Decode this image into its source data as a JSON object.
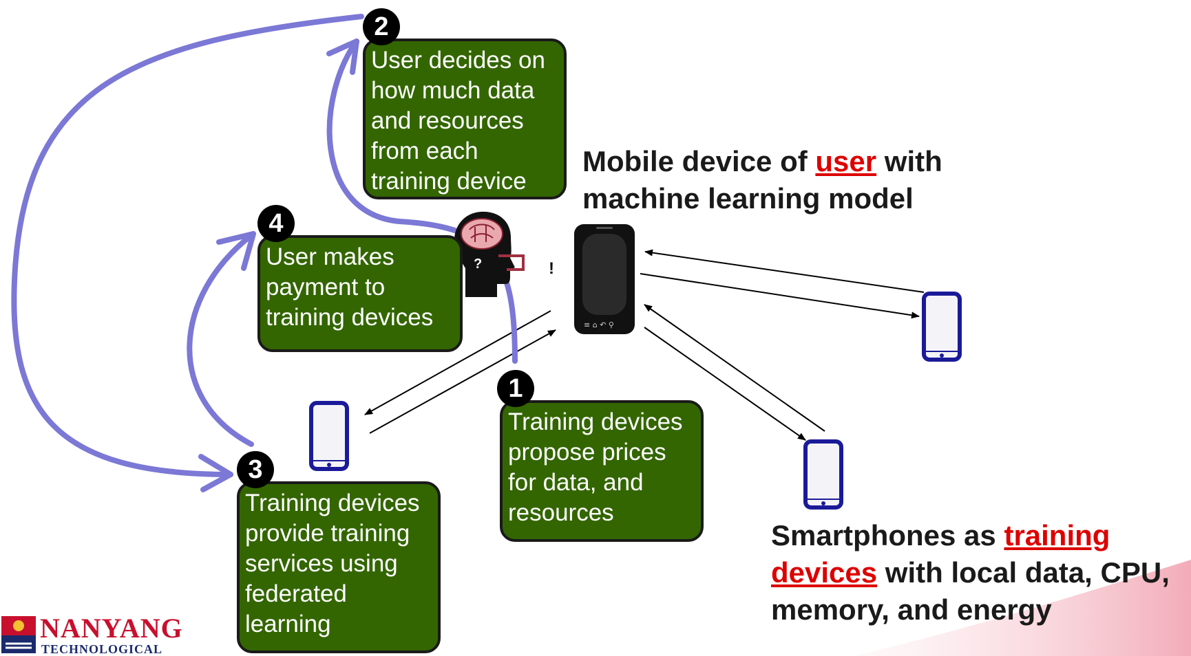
{
  "steps": [
    {
      "number": "1",
      "text": "Training devices\npropose prices\nfor data, and\nresources"
    },
    {
      "number": "2",
      "text": "User decides on\nhow much data\nand resources\nfrom each\ntraining device"
    },
    {
      "number": "3",
      "text": "Training devices\nprovide training\nservices using\nfederated\nlearning"
    },
    {
      "number": "4",
      "text": "User makes\npayment to\ntraining devices"
    }
  ],
  "captions": {
    "user_device": {
      "before": "Mobile device of ",
      "highlight": "user",
      "after": " with machine learning model"
    },
    "training_devices": {
      "before": "Smartphones as ",
      "highlight": "training devices",
      "after": " with local data, CPU, memory, and energy"
    }
  },
  "logo": {
    "line1": "NANYANG",
    "line2": "TECHNOLOGICAL"
  },
  "colors": {
    "box_fill": "#336600",
    "box_border": "#1a1a1a",
    "flow_arrow": "#7b78d6",
    "highlight": "#dd0000",
    "phone_outline": "#1a1a99",
    "logo_red": "#c8102e",
    "logo_blue": "#1a2a6c"
  },
  "icons": [
    "brain-head-icon",
    "smartphone-icon",
    "android-phone-icon"
  ]
}
